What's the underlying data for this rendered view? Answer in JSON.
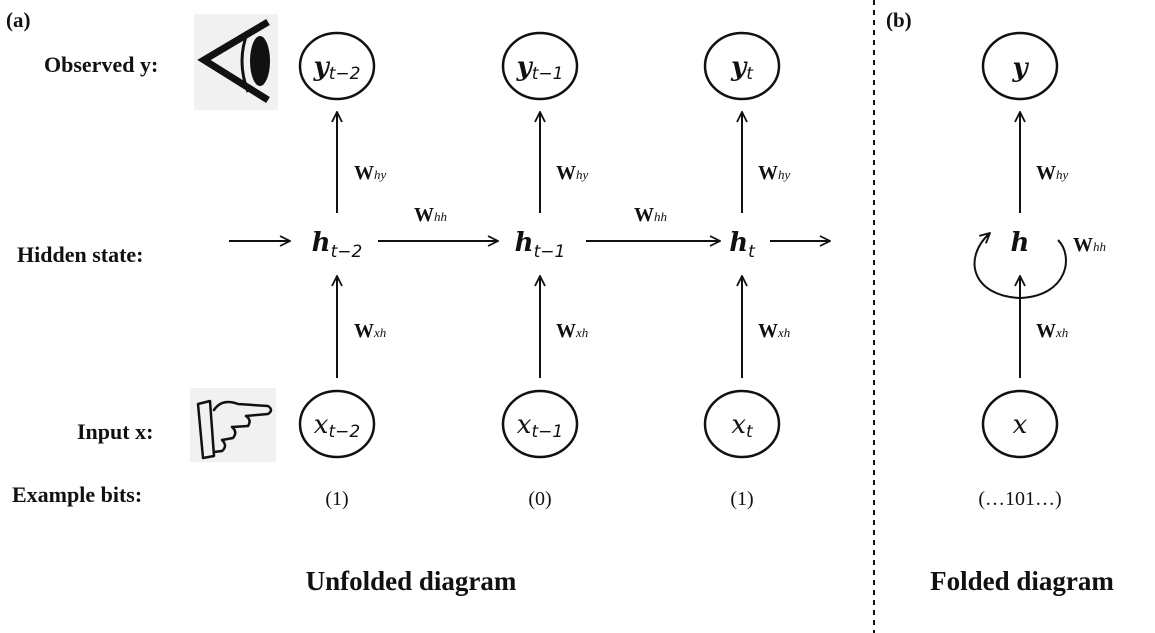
{
  "panels": {
    "a": "(a)",
    "b": "(b)"
  },
  "row_labels": {
    "observed": "Observed y:",
    "hidden": "Hidden state:",
    "input": "Input x:",
    "bits": "Example bits:"
  },
  "unfolded": {
    "title": "Unfolded diagram",
    "steps": [
      {
        "y": "y",
        "y_sub": "t−2",
        "h": "h",
        "h_sub": "t−2",
        "x": "x",
        "x_sub": "t−2",
        "bit": "(1)"
      },
      {
        "y": "y",
        "y_sub": "t−1",
        "h": "h",
        "h_sub": "t−1",
        "x": "x",
        "x_sub": "t−1",
        "bit": "(0)"
      },
      {
        "y": "y",
        "y_sub": "t",
        "h": "h",
        "h_sub": "t",
        "x": "x",
        "x_sub": "t",
        "bit": "(1)"
      }
    ]
  },
  "folded": {
    "title": "Folded diagram",
    "y": "y",
    "h": "h",
    "x": "x",
    "bits": "(…101…)"
  },
  "weights": {
    "W": "W",
    "hy": "hy",
    "hh": "hh",
    "xh": "xh"
  },
  "icons": {
    "observed": "eye-icon",
    "input": "pointing-hand-icon"
  }
}
